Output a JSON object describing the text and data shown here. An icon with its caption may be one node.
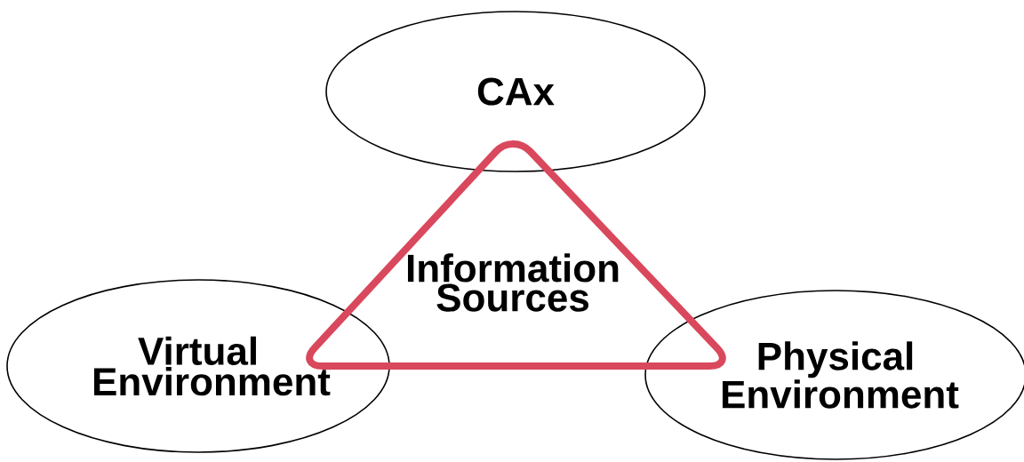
{
  "diagram": {
    "nodes": [
      {
        "text": [
          "CAx"
        ]
      },
      {
        "text": [
          "Information Sources"
        ]
      },
      {
        "text": [
          "Virtual Environment"
        ]
      },
      {
        "text": [
          "Physical Environment"
        ]
      }
    ]
  }
}
